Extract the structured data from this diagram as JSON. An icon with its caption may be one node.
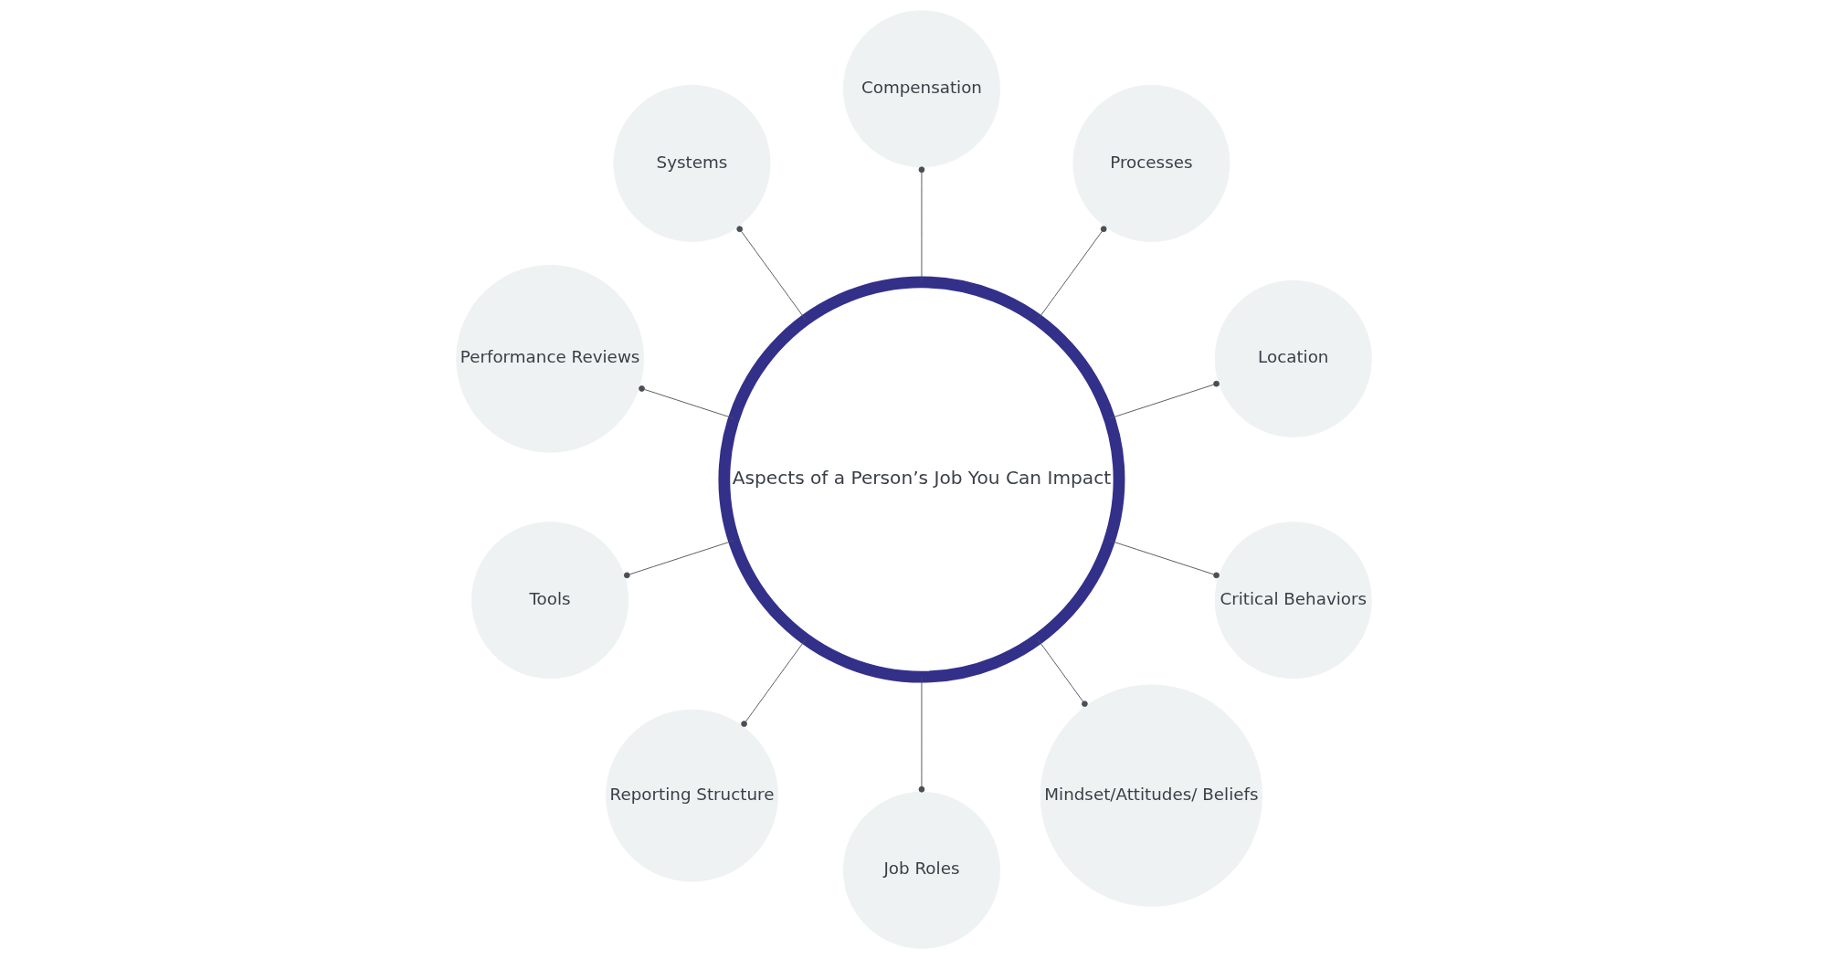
{
  "diagram": {
    "nodes": [
      {
        "text": [
          "Aspects of a Person’s Job You Can Impact"
        ]
      },
      {
        "text": [
          "Location"
        ]
      },
      {
        "text": [
          "Processes"
        ]
      },
      {
        "text": [
          "Compensation"
        ]
      },
      {
        "text": [
          "Systems"
        ]
      },
      {
        "text": [
          "Performance Reviews"
        ]
      },
      {
        "text": [
          "Tools"
        ]
      },
      {
        "text": [
          "Reporting Structure"
        ]
      },
      {
        "text": [
          "Job Roles"
        ]
      },
      {
        "text": [
          "Mindset/Attitudes/ Beliefs"
        ]
      },
      {
        "text": [
          "Critical Behaviors"
        ]
      }
    ],
    "edges": [
      {
        "from": 0,
        "to": 1,
        "arrow": "other"
      },
      {
        "from": 0,
        "to": 2,
        "arrow": "other"
      },
      {
        "from": 0,
        "to": 3,
        "arrow": "other"
      },
      {
        "from": 0,
        "to": 4,
        "arrow": "other"
      },
      {
        "from": 0,
        "to": 5,
        "arrow": "other"
      },
      {
        "from": 0,
        "to": 6,
        "arrow": "other"
      },
      {
        "from": 0,
        "to": 7,
        "arrow": "other"
      },
      {
        "from": 0,
        "to": 8,
        "arrow": "other"
      },
      {
        "from": 0,
        "to": 9,
        "arrow": "other"
      },
      {
        "from": 0,
        "to": 10,
        "arrow": "other"
      }
    ]
  }
}
